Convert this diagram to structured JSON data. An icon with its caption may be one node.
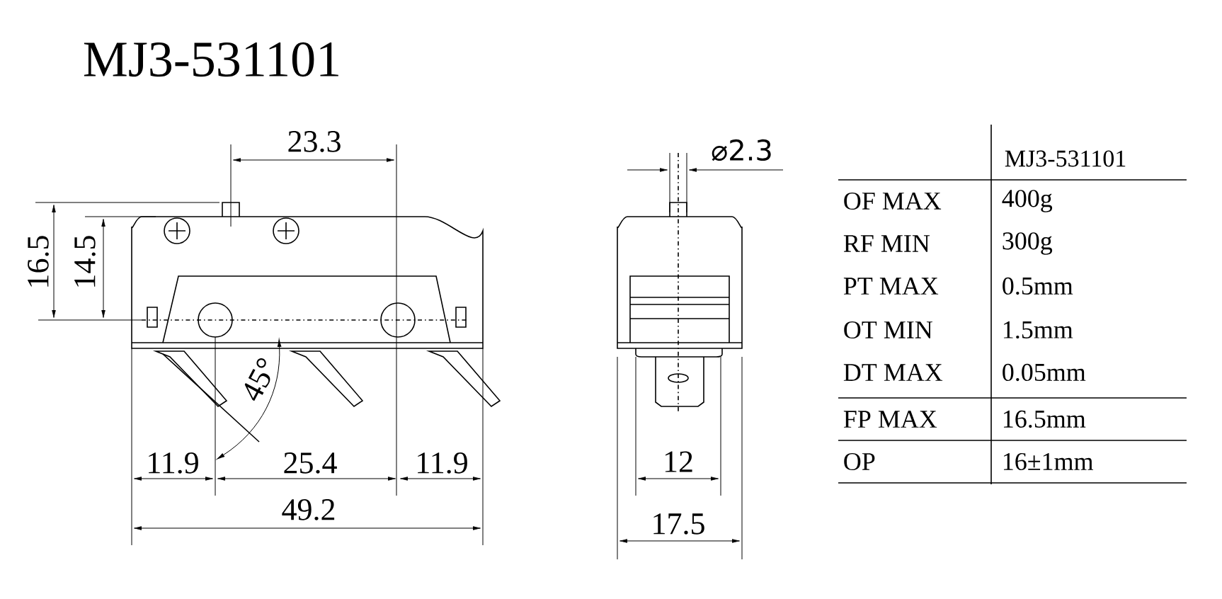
{
  "diagram": {
    "title": "MJ3-531101",
    "labels": [
      "23.3",
      "16.5",
      "14.5",
      "45°",
      "11.9",
      "25.4",
      "11.9",
      "49.2",
      "⌀2.3",
      "12",
      "17.5",
      "MJ3-531101",
      "OF MAX",
      "400g",
      "RF MIN",
      "300g",
      "PT MAX",
      "0.5mm",
      "OT MIN",
      "1.5mm",
      "DT MAX",
      "0.05mm",
      "FP MAX",
      "16.5mm",
      "OP",
      "16±1mm"
    ]
  }
}
